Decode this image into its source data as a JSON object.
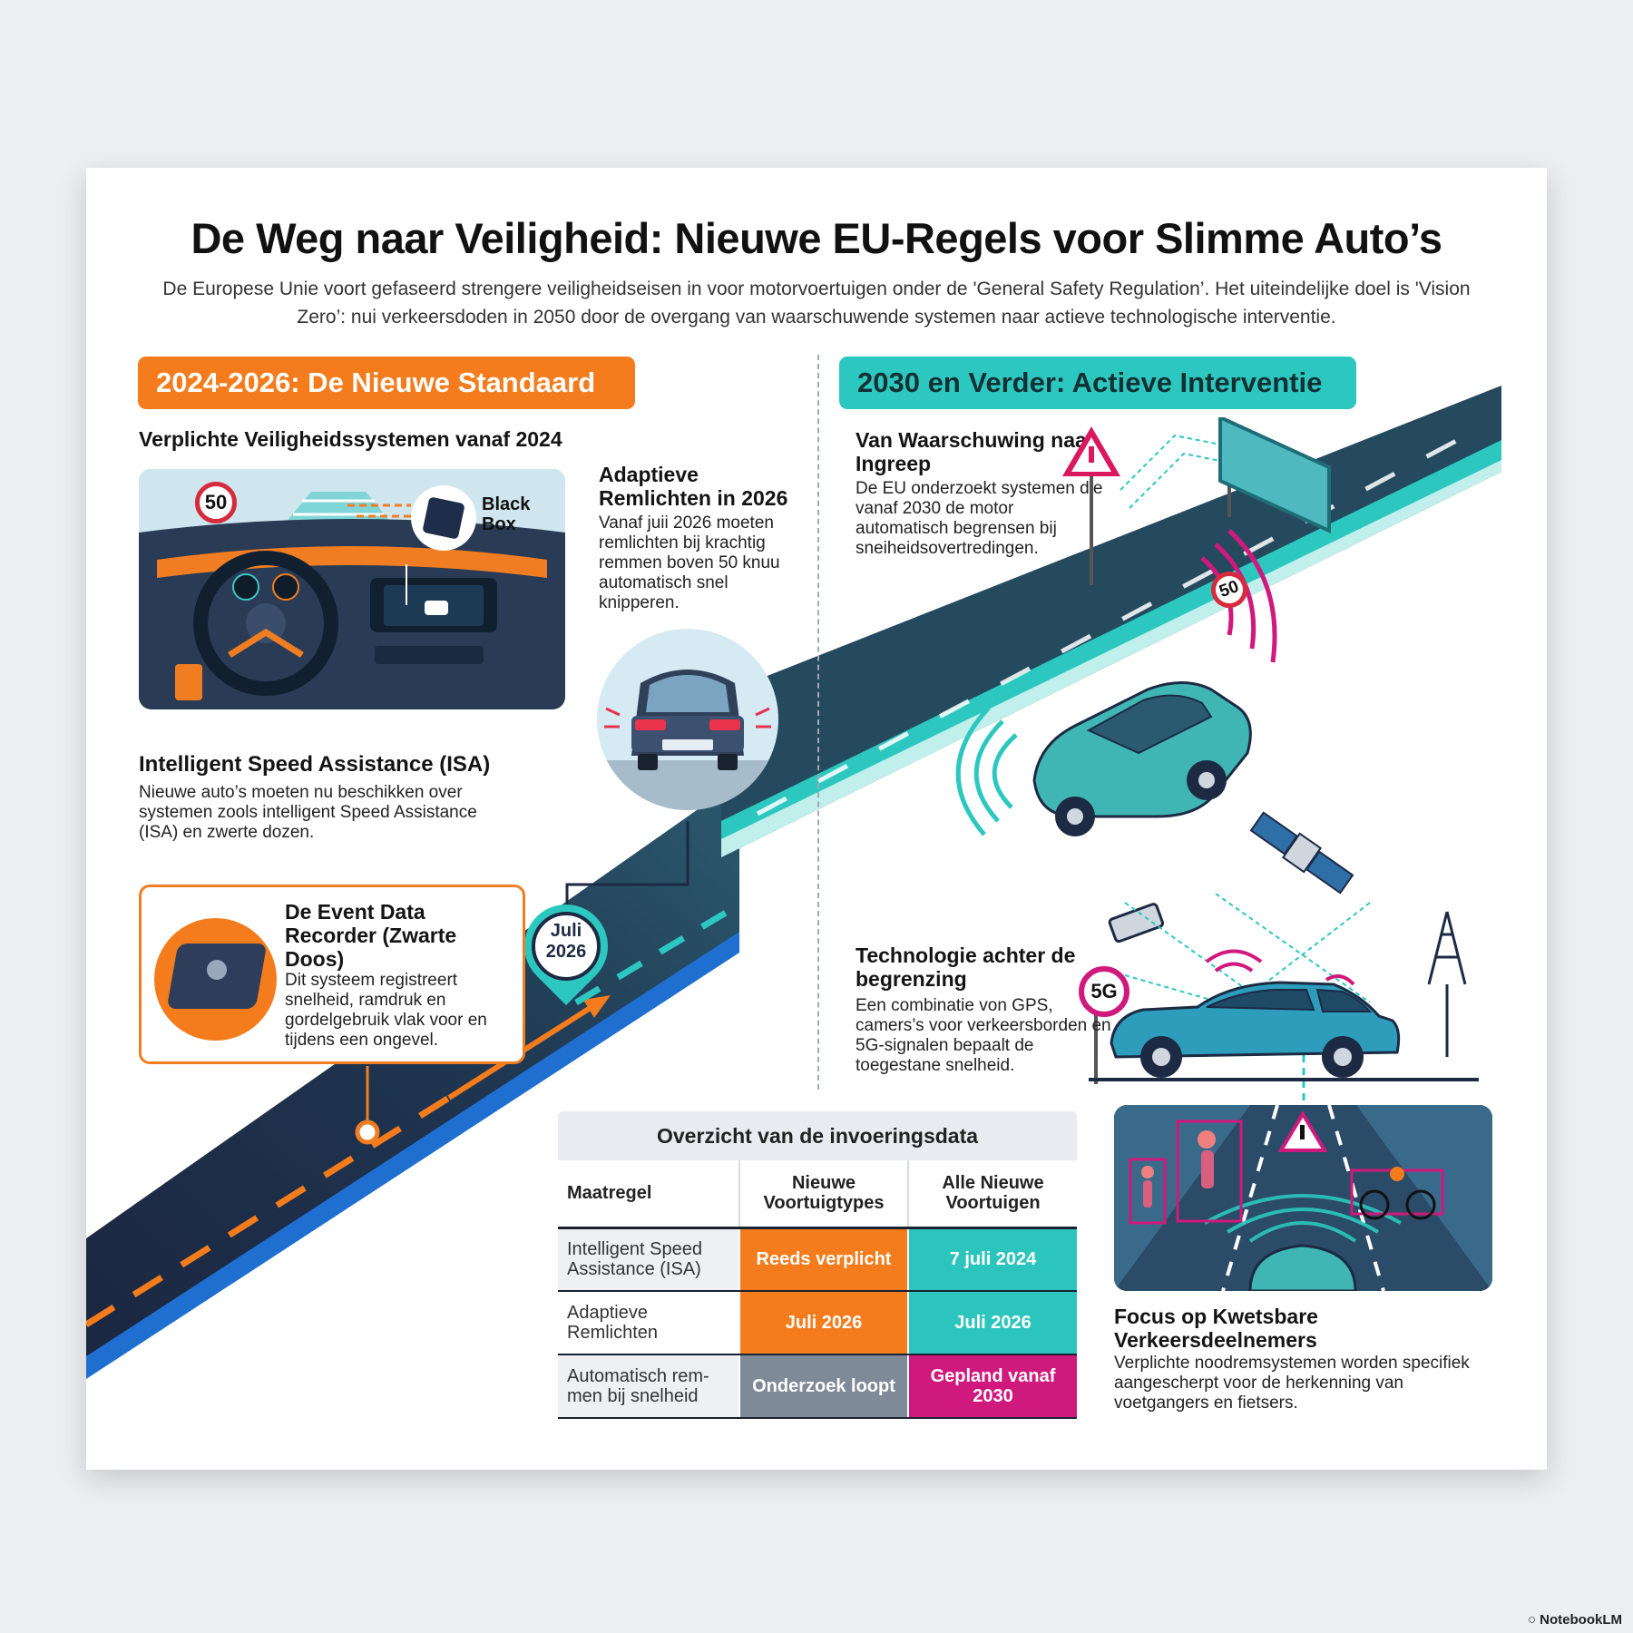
{
  "header": {
    "title": "De Weg naar Veiligheid: Nieuwe EU-Regels voor Slimme Auto’s",
    "intro": "De Europese Unie voort gefaseerd strengere veiligheidseisen in voor motorvoertuigen onder de 'General Safety Regulation’. Het uiteindelijke doel is 'Vision Zero’: nui verkeersdoden in 2050 door de overgang van waarschuwende systemen naar actieve technologische interventie."
  },
  "left": {
    "pill": "2024-2026: De Nieuwe Standaard",
    "subheading": "Verplichte Veiligheidssystemen vanaf 2024",
    "dashboard": {
      "speed_sign": "50",
      "black_box_label": "Black\nBox"
    },
    "isa": {
      "title": "Intelligent Speed Assistance (ISA)",
      "text": "Nieuwe auto’s moeten nu beschikken over systemen zools intelligent Speed Assistance (ISA) en zwerte dozen."
    },
    "brake_lights": {
      "title": "Adaptieve Remlichten in 2026",
      "text": "Vanaf juii 2026 moeten remlichten bij krachtig remmen boven 50 knuu automatisch snel knipperen."
    },
    "edr": {
      "title": "De Event Data Recorder (Zwarte Doos)",
      "text": "Dit systeem registreert snelheid, ramdruk en gordelgebruik vlak voor en tijdens een ongevel."
    },
    "marker": "Juli\n2026"
  },
  "right": {
    "pill": "2030 en Verder: Actieve Interventie",
    "warning": {
      "title": "Van Waarschuwing naar Ingreep",
      "text": "De EU onderzoekt systemen die vanaf 2030 de motor automatisch begrensen bij sneiheidsovertredingen."
    },
    "road_sign": "50",
    "fiveg_sign": "5G",
    "tech": {
      "title": "Technologie achter de begrenzing",
      "text": "Een combinatie von GPS, camers’s voor verkeersborden en 5G-signalen bepaalt de toegestane snelheid."
    },
    "vulnerable": {
      "title": "Focus op Kwetsbare Verkeersdeelnemers",
      "text": "Verplichte noodremsystemen worden specifiek aangescherpt voor de herkenning van voetgangers en fietsers."
    }
  },
  "table": {
    "title": "Overzicht van de invoeringsdata",
    "headers": [
      "Maatregel",
      "Nieuwe Voortuigtypes",
      "Alle Nieuwe Voortuigen"
    ],
    "rows": [
      [
        "Intelligent Speed Assistance (ISA)",
        "Reeds verplicht",
        "7 juli 2024"
      ],
      [
        "Adaptieve Remlichten",
        "Juli 2026",
        "Juli 2026"
      ],
      [
        "Automatisch rem-men bij snelheid",
        "Onderzoek loopt",
        "Gepland vanaf 2030"
      ]
    ]
  },
  "footer": {
    "brand": "NotebookLM"
  },
  "colors": {
    "orange": "#f47c1c",
    "teal": "#2cc8c0",
    "magenta": "#d0197c",
    "navy": "#1c2a44",
    "grey": "#7f8a99"
  }
}
